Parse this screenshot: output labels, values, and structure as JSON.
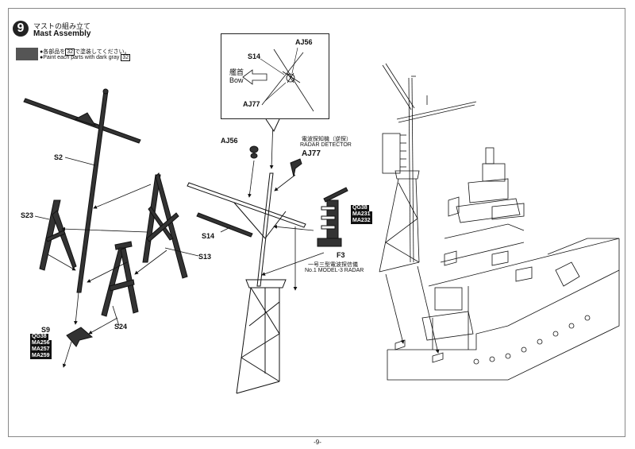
{
  "step": {
    "number": "9",
    "title_jp": "マストの組み立て",
    "title_en": "Mast Assembly"
  },
  "paint_note": {
    "jp_prefix": "●各部品を",
    "jp_code": "32",
    "jp_suffix": "で塗装してください。",
    "en_prefix": "●Paint each parts with dark gray",
    "en_code": "32",
    "swatch_color": "#555555"
  },
  "parts": {
    "s2": "S2",
    "s23": "S23",
    "s13": "S13",
    "s24": "S24",
    "s9": "S9",
    "s9_codes": [
      "QG38",
      "MA256",
      "MA257",
      "MA259"
    ],
    "aj56": "AJ56",
    "aj77": "AJ77",
    "s14": "S14",
    "f3": "F3",
    "f3_codes": [
      "QG38",
      "MA231",
      "MA232"
    ]
  },
  "callout": {
    "aj56": "AJ56",
    "s14": "S14",
    "aj77": "AJ77",
    "bow_jp": "艦首",
    "bow_en": "Bow"
  },
  "radar_detector": {
    "jp": "電波探知機（逆探）",
    "en": "RADAR DETECTOR"
  },
  "radar_f3": {
    "jp": "一号三型電波探信儀",
    "en": "No.1 MODEL-3 RADAR"
  },
  "page_number": "-9-"
}
